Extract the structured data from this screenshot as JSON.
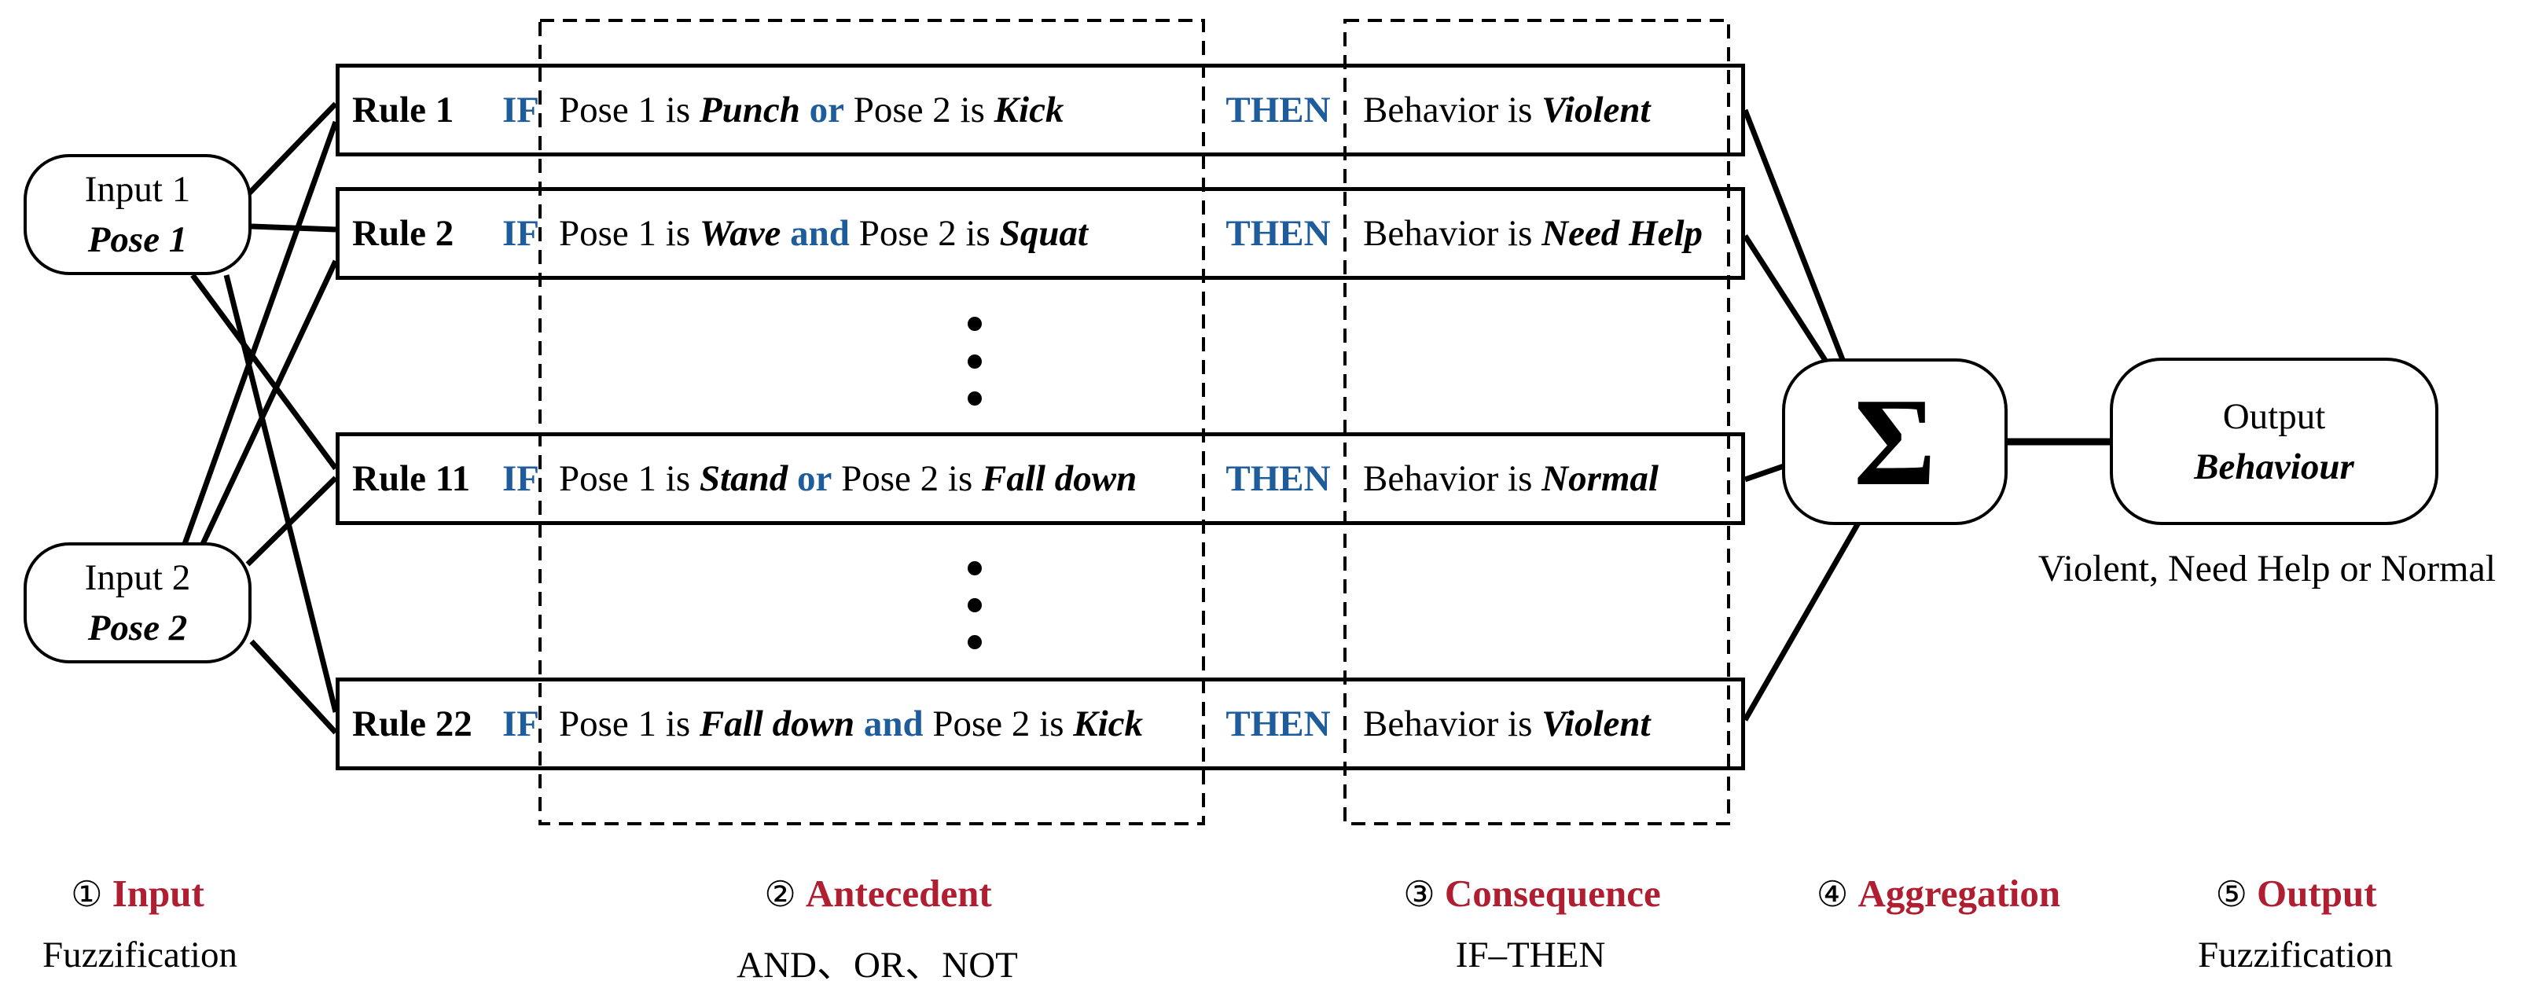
{
  "colors": {
    "accent_red": "#b01e32",
    "accent_blue": "#1e5c9b",
    "ink": "#000000"
  },
  "nodes": {
    "input1": {
      "line1": "Input 1",
      "line2": "Pose 1"
    },
    "input2": {
      "line1": "Input 2",
      "line2": "Pose 2"
    },
    "aggregation": {
      "symbol": "Σ"
    },
    "output": {
      "line1": "Output",
      "line2": "Behaviour",
      "caption": "Violent, Need Help or Normal"
    }
  },
  "rules": [
    {
      "label": "Rule 1",
      "if_label": "IF",
      "pose1_prefix": "Pose 1 is",
      "pose1_value": "Punch",
      "operator": "or",
      "pose2_prefix": "Pose 2 is",
      "pose2_value": "Kick",
      "then_label": "THEN",
      "behavior_prefix": "Behavior is",
      "behavior_value": "Violent"
    },
    {
      "label": "Rule 2",
      "if_label": "IF",
      "pose1_prefix": "Pose 1 is",
      "pose1_value": "Wave",
      "operator": "and",
      "pose2_prefix": "Pose 2 is",
      "pose2_value": "Squat",
      "then_label": "THEN",
      "behavior_prefix": "Behavior is",
      "behavior_value": "Need Help"
    },
    {
      "label": "Rule 11",
      "if_label": "IF",
      "pose1_prefix": "Pose 1 is",
      "pose1_value": "Stand",
      "operator": "or",
      "pose2_prefix": "Pose 2 is",
      "pose2_value": "Fall down",
      "then_label": "THEN",
      "behavior_prefix": "Behavior is",
      "behavior_value": "Normal"
    },
    {
      "label": "Rule 22",
      "if_label": "IF",
      "pose1_prefix": "Pose 1 is",
      "pose1_value": "Fall down",
      "operator": "and",
      "pose2_prefix": "Pose 2 is",
      "pose2_value": "Kick",
      "then_label": "THEN",
      "behavior_prefix": "Behavior is",
      "behavior_value": "Violent"
    }
  ],
  "stages": [
    {
      "num": "①",
      "title": "Input",
      "sub": "Fuzzification"
    },
    {
      "num": "②",
      "title": "Antecedent",
      "sub": "AND、OR、NOT"
    },
    {
      "num": "③",
      "title": "Consequence",
      "sub": "IF–THEN"
    },
    {
      "num": "④",
      "title": "Aggregation",
      "sub": ""
    },
    {
      "num": "⑤",
      "title": "Output",
      "sub": "Fuzzification"
    }
  ]
}
